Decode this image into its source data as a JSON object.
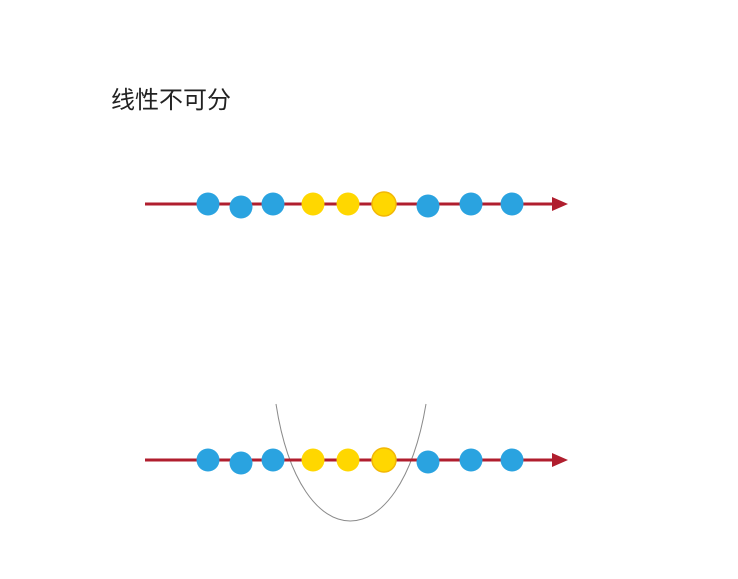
{
  "title": "线性不可分",
  "colors": {
    "axis": "#B01E2E",
    "blue_point": "#2AA3E0",
    "yellow_point": "#FFD700",
    "yellow_highlight_border": "#F2B705",
    "curve": "#8A8A8A"
  },
  "diagrams": [
    {
      "name": "number-line-top",
      "points": [
        "blue",
        "blue",
        "blue",
        "yellow",
        "yellow",
        "yellow-highlight",
        "blue",
        "blue",
        "blue"
      ],
      "has_curve": false
    },
    {
      "name": "number-line-bottom",
      "points": [
        "blue",
        "blue",
        "blue",
        "yellow",
        "yellow",
        "yellow-highlight",
        "blue",
        "blue",
        "blue"
      ],
      "has_curve": true
    }
  ]
}
